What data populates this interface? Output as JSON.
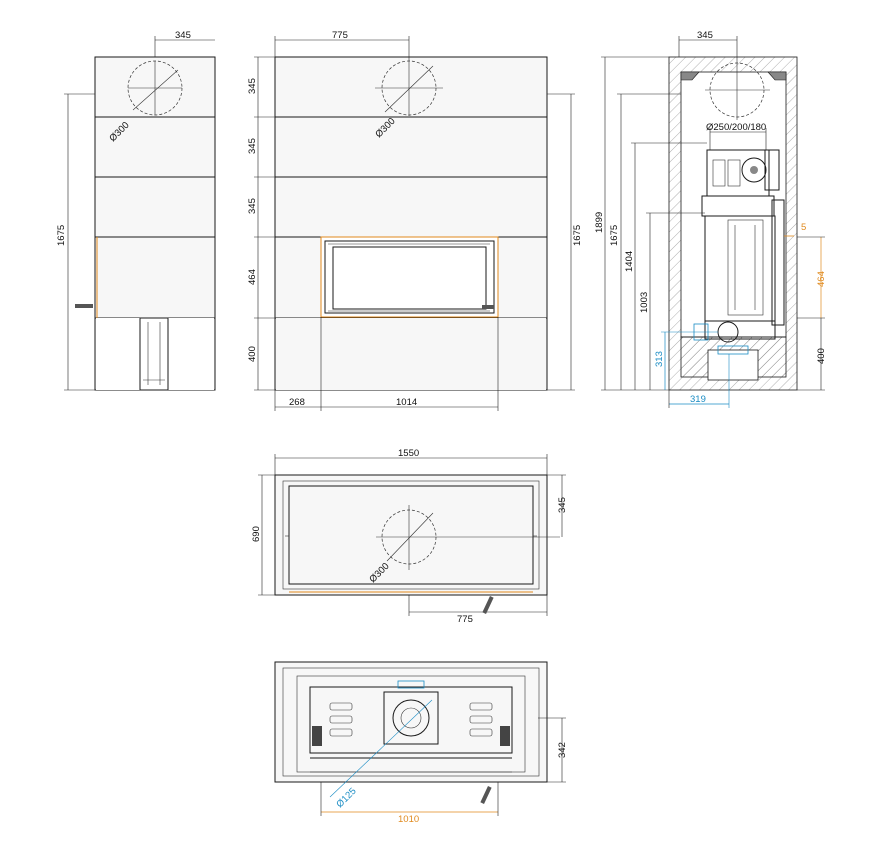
{
  "front_view": {
    "d345": "345",
    "d775": "775",
    "d345a": "345",
    "d345b": "345",
    "d345c": "345",
    "d464": "464",
    "d400": "400",
    "d268": "268",
    "d1014": "1014",
    "d1675": "1675",
    "dia": "Ø300"
  },
  "side_left": {
    "d345": "345",
    "d1675": "1675",
    "dia": "Ø300"
  },
  "section": {
    "d345": "345",
    "flue": "Ø250/200/180",
    "d1899": "1899",
    "d1675": "1675",
    "d1404": "1404",
    "d1003": "1003",
    "d313": "313",
    "d319": "319",
    "d5": "5",
    "d464": "464",
    "d400": "400"
  },
  "top_view": {
    "d1550": "1550",
    "d690": "690",
    "d345": "345",
    "d775": "775",
    "dia": "Ø300"
  },
  "bottom_view": {
    "d342": "342",
    "d1010": "1010",
    "dia": "Ø125"
  },
  "colors": {
    "orange": "#e08a1e",
    "blue": "#1a8cc4"
  }
}
